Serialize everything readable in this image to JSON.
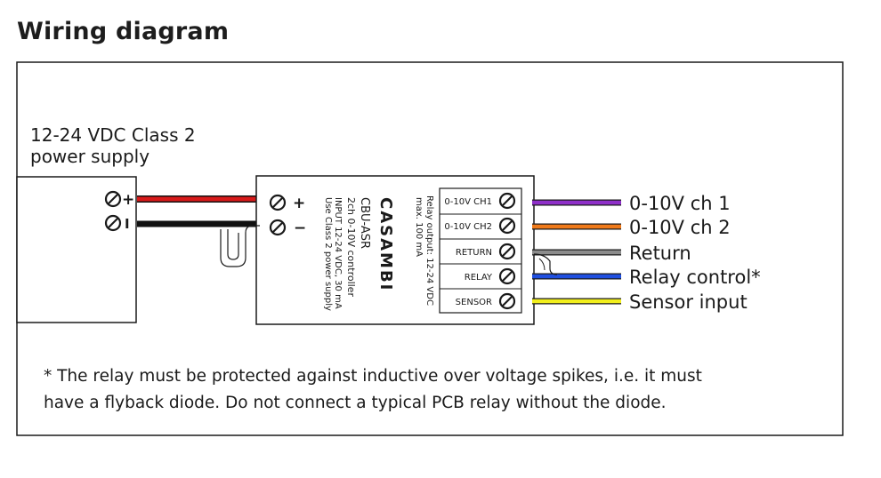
{
  "title": "Wiring diagram",
  "power_supply": {
    "label_line1": "12-24 VDC Class 2",
    "label_line2": "power supply",
    "terminal_plus": "+",
    "terminal_minus": "I"
  },
  "controller": {
    "brand": "CASAMBI",
    "model": "CBU-ASR",
    "description": "2ch 0-10V controller",
    "input_spec": "INPUT 12-24 VDC, 30 mA",
    "class_note": "Use Class 2 power supply",
    "relay_spec_line1": "Relay output: 12-24 VDC",
    "relay_spec_line2": "max. 100 mA",
    "terminal_plus": "+",
    "terminal_minus": "−",
    "terminals": [
      "0-10V CH1",
      "0-10V CH2",
      "RETURN",
      "RELAY",
      "SENSOR"
    ]
  },
  "outputs": [
    {
      "label": "0-10V ch 1",
      "color": "#8e2fc8"
    },
    {
      "label": "0-10V ch 2",
      "color": "#f07a1a"
    },
    {
      "label": "Return",
      "color": "#8c8c8c"
    },
    {
      "label": "Relay control*",
      "color": "#1f4fe0"
    },
    {
      "label": "Sensor input",
      "color": "#f2ef1c"
    }
  ],
  "wires": {
    "positive": "#d81a1a",
    "negative": "#111111"
  },
  "footnote": {
    "line1": "* The relay must be protected against inductive over voltage spikes, i.e. it must",
    "line2": "have a flyback diode. Do not connect a typical PCB relay without the diode."
  }
}
